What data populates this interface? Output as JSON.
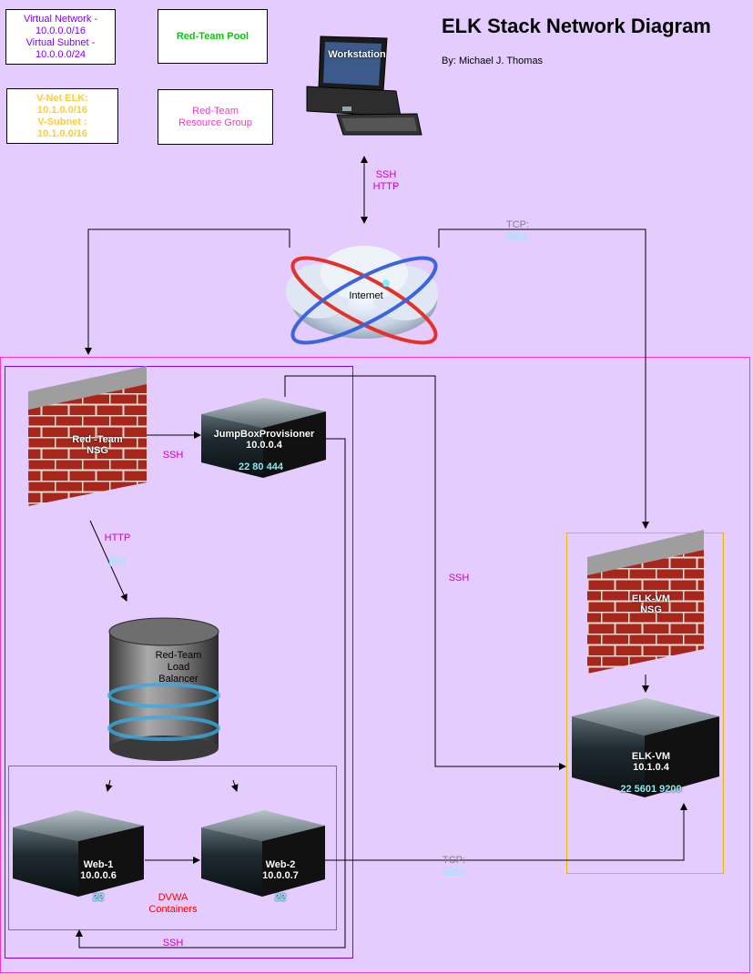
{
  "title": "ELK Stack Network Diagram",
  "author": "By: Michael J. Thomas",
  "legend": {
    "vnet": "Virtual Network -\n10.0.0.0/16\nVirtual Subnet -\n10.0.0.0/24",
    "pool": "Red-Team Pool",
    "vnet_elk": "V-Net ELK:\n10.1.0.0/16\nV-Subnet :\n10.1.0.0/16",
    "resource_group": "Red-Team\nResource Group"
  },
  "workstation": "Workstation",
  "internet": "Internet",
  "links": {
    "ssh_http_workstation": "SSH\nHTTP",
    "tcp_prefix": "TCP:",
    "tcp_port_kibana": "5601",
    "ssh_nsg_jump": "SSH",
    "http_nsg_lb": "HTTP",
    "http_port": "(80)",
    "ssh_jump_elk": "SSH",
    "tcp_port_es": "9200",
    "ssh_bottom": "SSH"
  },
  "nsg_red": "Red -Team\nNSG",
  "jumpbox": {
    "name": "JumpBoxProvisioner\n10.0.0.4",
    "ports": "22 80 444"
  },
  "load_balancer": "Red-Team\nLoad\nBalancer",
  "web1": {
    "name": "Web-1\n10.0.0.6",
    "ports": "22"
  },
  "web2": {
    "name": "Web-2\n10.0.0.7",
    "ports": "22"
  },
  "dvwa": "DVWA\nContainers",
  "nsg_elk": "ELK-VM\nNSG",
  "elk": {
    "name": "ELK-VM\n10.1.0.4",
    "ports": "22 5601 9200"
  },
  "colors": {
    "background": "#e5ccff",
    "purple_text": "#7f00ff",
    "green_text": "#00cc00",
    "yellow_text": "#ffcc33",
    "pink_text": "#ff33cc",
    "ssh_label": "#cc00cc",
    "red_text": "#ff0000",
    "port_cyan": "#7ff0ff"
  }
}
